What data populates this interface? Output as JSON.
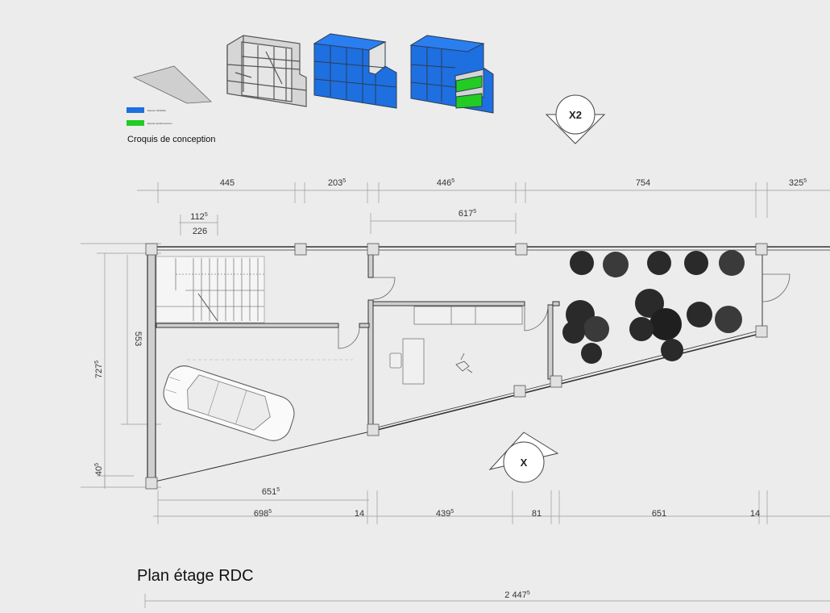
{
  "sketch": {
    "legend": [
      {
        "label": "Espace habitable",
        "color": "#1e6fe0"
      },
      {
        "label": "Espace jardin/exterieur",
        "color": "#22cc22"
      }
    ],
    "caption": "Croquis de conception"
  },
  "markers": {
    "section_top": "X2",
    "section_bottom": "X"
  },
  "dimensions": {
    "top_row": [
      {
        "base": "445",
        "sup": ""
      },
      {
        "base": "203",
        "sup": "5"
      },
      {
        "base": "446",
        "sup": "5"
      },
      {
        "base": "754",
        "sup": ""
      },
      {
        "base": "325",
        "sup": "5"
      }
    ],
    "second_row": [
      {
        "base": "112",
        "sup": "5"
      },
      {
        "base": "617",
        "sup": "5"
      }
    ],
    "third_row": [
      {
        "base": "226",
        "sup": ""
      }
    ],
    "left_col": [
      {
        "base": "727",
        "sup": "5"
      },
      {
        "base": "553",
        "sup": ""
      },
      {
        "base": "40",
        "sup": "5"
      }
    ],
    "inner_bottom": [
      {
        "base": "651",
        "sup": "5"
      }
    ],
    "bottom_row": [
      {
        "base": "698",
        "sup": "5"
      },
      {
        "base": "14",
        "sup": ""
      },
      {
        "base": "439",
        "sup": "5"
      },
      {
        "base": "81",
        "sup": ""
      },
      {
        "base": "651",
        "sup": ""
      },
      {
        "base": "14",
        "sup": ""
      }
    ],
    "total": {
      "base": "2 447",
      "sup": "5"
    }
  },
  "plan_title": "Plan étage RDC",
  "colors": {
    "background": "#ececec",
    "wall": "#333333",
    "living_space": "#1e6fe0",
    "garden_space": "#22cc22"
  }
}
